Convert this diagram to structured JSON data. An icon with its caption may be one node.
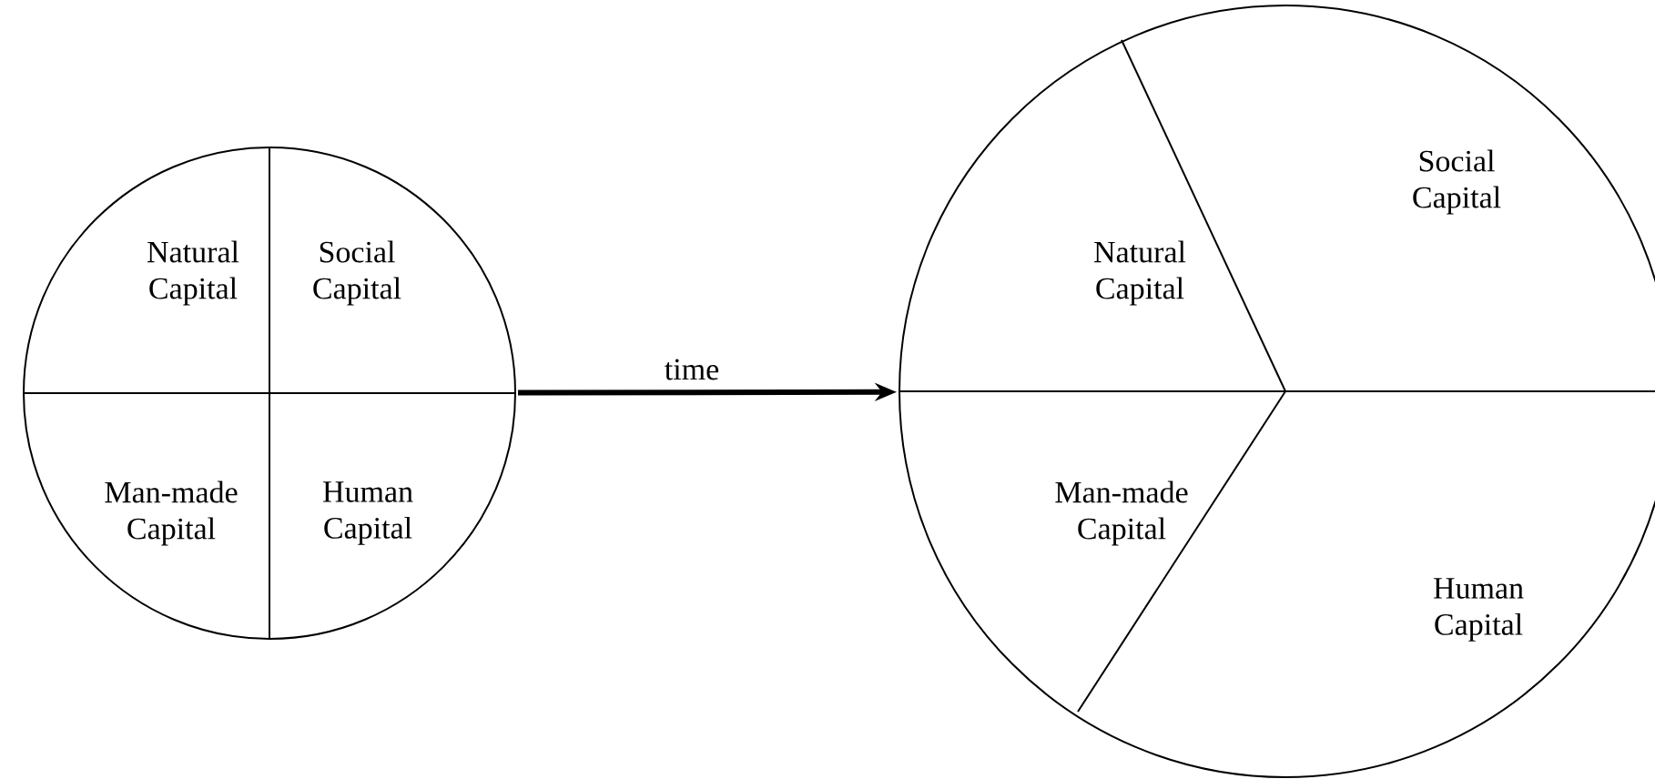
{
  "diagram": {
    "nodes": [
      {
        "text": [
          "Natural Capital",
          "Social Capital",
          "Man-made Capital",
          "Human Capital"
        ]
      },
      {
        "text": [
          "Natural Capital",
          "Social Capital",
          "Man-made Capital",
          "Human Capital"
        ]
      }
    ],
    "edges": [
      {
        "from": 0,
        "to": 1,
        "arrow": "to",
        "label": "time"
      }
    ]
  }
}
